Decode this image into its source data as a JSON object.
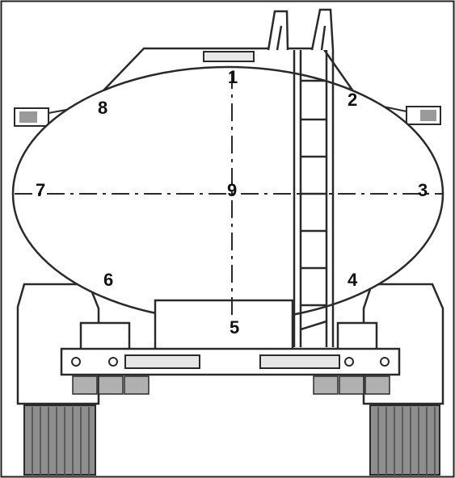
{
  "diagram": {
    "measurement_points": [
      {
        "id": "p1",
        "label": "1"
      },
      {
        "id": "p2",
        "label": "2"
      },
      {
        "id": "p3",
        "label": "3"
      },
      {
        "id": "p4",
        "label": "4"
      },
      {
        "id": "p5",
        "label": "5"
      },
      {
        "id": "p6",
        "label": "6"
      },
      {
        "id": "p7",
        "label": "7"
      },
      {
        "id": "p8",
        "label": "8"
      },
      {
        "id": "p9",
        "label": "9"
      }
    ]
  },
  "colors": {
    "line": "#2a2a2a",
    "shading": "#9a9a9a",
    "background": "#ffffff"
  }
}
